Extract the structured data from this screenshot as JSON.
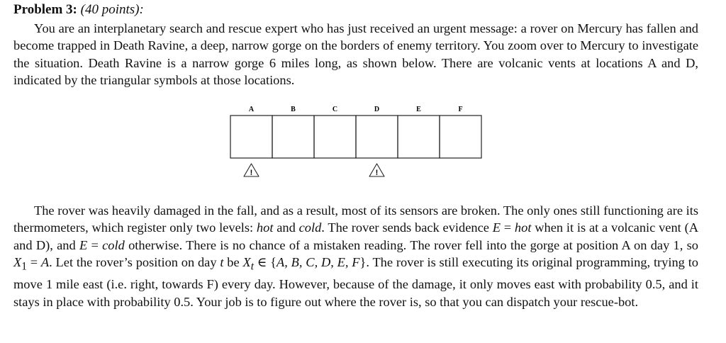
{
  "problem": {
    "label": "Problem 3:",
    "points": "(40 points):"
  },
  "intro": {
    "text": "You are an interplanetary search and rescue expert who has just received an urgent message: a rover on Mercury has fallen and become trapped in Death Ravine, a deep, narrow gorge on the borders of enemy territory. You zoom over to Mercury to investigate the situation. Death Ravine is a narrow gorge 6 miles long, as shown below. There are volcanic vents at locations A and D, indicated by the triangular symbols at those locations."
  },
  "diagram": {
    "locations": [
      "A",
      "B",
      "C",
      "D",
      "E",
      "F"
    ],
    "vents": [
      "A",
      "D"
    ],
    "vent_symbol": "!"
  },
  "body": {
    "s1": "The rover was heavily damaged in the fall, and as a result, most of its sensors are broken. The only ones still functioning are its thermometers, which register only two levels: ",
    "hot": "hot",
    "and": " and ",
    "cold": "cold",
    "s2": ". The rover sends back evidence ",
    "E1": "E",
    "eq1": " = ",
    "hot2": "hot",
    "s3": " when it is at a volcanic vent (A and D), and ",
    "E2": "E",
    "eq2": " = ",
    "cold2": "cold",
    "s4": " otherwise. There is no chance of a mistaken reading. The rover fell into the gorge at position A on day 1, so ",
    "x1": "X",
    "x1_sub": "1",
    "s5": " = ",
    "A": "A",
    "s6": ". Let the rover’s position on day ",
    "t": "t",
    "s7": " be ",
    "xt": "X",
    "xt_sub": "t",
    "s8": " ∈ {",
    "set": "A, B, C, D, E, F",
    "s9": "}. The rover is still executing its original programming, trying to move 1 mile east (i.e. right, towards F) every day. However, because of the damage, it only moves east with probability 0.5, and it stays in place with probability 0.5. Your job is to figure out where the rover is, so that you can dispatch your rescue-bot."
  }
}
